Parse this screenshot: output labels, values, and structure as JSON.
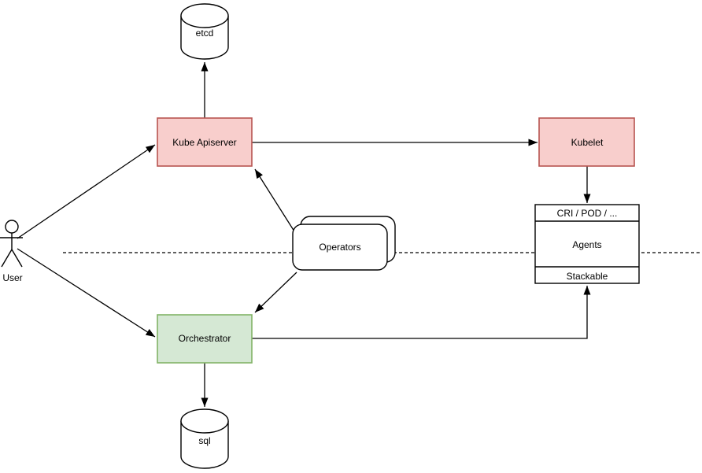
{
  "diagram": {
    "nodes": {
      "etcd": {
        "label": "etcd",
        "shape": "cylinder",
        "fill": "#ffffff",
        "stroke": "#000000"
      },
      "kube_apiserver": {
        "label": "Kube Apiserver",
        "shape": "rectangle",
        "fill": "#f8cecc",
        "stroke": "#b85450"
      },
      "kubelet": {
        "label": "Kubelet",
        "shape": "rectangle",
        "fill": "#f8cecc",
        "stroke": "#b85450"
      },
      "operators": {
        "label": "Operators",
        "shape": "stacked-rounded-rectangle",
        "fill": "#ffffff",
        "stroke": "#000000"
      },
      "agents": {
        "header": "CRI / POD / ...",
        "body": "Agents",
        "footer": "Stackable",
        "shape": "sectioned-rectangle",
        "fill": "#ffffff",
        "stroke": "#000000"
      },
      "orchestrator": {
        "label": "Orchestrator",
        "shape": "rectangle",
        "fill": "#d5e8d4",
        "stroke": "#82b366"
      },
      "sql": {
        "label": "sql",
        "shape": "cylinder",
        "fill": "#ffffff",
        "stroke": "#000000"
      },
      "user": {
        "label": "User",
        "shape": "actor",
        "fill": "#ffffff",
        "stroke": "#000000"
      }
    },
    "edges": [
      {
        "from": "user",
        "to": "kube_apiserver",
        "arrow": "end"
      },
      {
        "from": "user",
        "to": "orchestrator",
        "arrow": "end"
      },
      {
        "from": "kube_apiserver",
        "to": "etcd",
        "arrow": "end"
      },
      {
        "from": "kube_apiserver",
        "to": "kubelet",
        "arrow": "end"
      },
      {
        "from": "kubelet",
        "to": "agents",
        "arrow": "end"
      },
      {
        "from": "operators",
        "to": "kube_apiserver",
        "arrow": "end"
      },
      {
        "from": "operators",
        "to": "orchestrator",
        "arrow": "end"
      },
      {
        "from": "orchestrator",
        "to": "sql",
        "arrow": "end"
      },
      {
        "from": "orchestrator",
        "to": "agents",
        "arrow": "end"
      }
    ],
    "separator": {
      "style": "dashed",
      "orientation": "horizontal"
    }
  }
}
